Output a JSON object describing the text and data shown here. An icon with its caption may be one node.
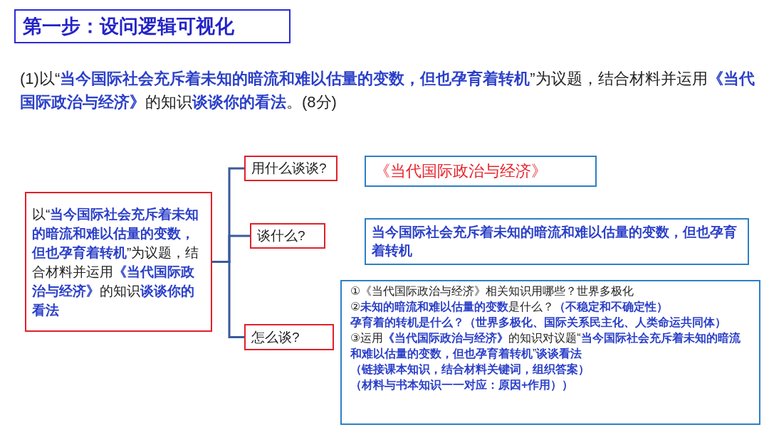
{
  "diagram": {
    "title": "第一步：设问逻辑可视化",
    "nodes": [
      {
        "text": [
          "以“**当今国际社会充斥着未知的暗流和难以估量的变数，但也孕育着转机**”为议题，结合材料并运用**《当代国际政治与经济》**的知识**谈谈你的看法**"
        ]
      },
      {
        "text": [
          "用什么谈谈?"
        ]
      },
      {
        "text": [
          "谈什么?"
        ]
      },
      {
        "text": [
          "怎么谈?"
        ]
      },
      {
        "text": [
          "《当代国际政治与经济》"
        ]
      },
      {
        "text": [
          "当今国际社会充斥着未知的暗流和难以估量的变数，但也孕育着转机"
        ]
      },
      {
        "text": [
          "①《当代国际政治与经济》相关知识用哪些？世界多极化",
          "②**未知的暗流和难以估量的变数**是什么？**（不稳定和不确定性）**",
          "**孕育着的转机是什么？（世界多极化、国际关系民主化、人类命运共同体）**",
          "③运用**《当代国际政治与经济》**的知识对议题“**当今国际社会充斥着未知的暗流和难以估量的变数，但也孕育着转机**”**谈谈看法**",
          "**（链接课本知识，结合材料关键词，组织答案）**",
          "**（材料与书本知识一一对应：原因+作用））**"
        ]
      }
    ],
    "edges": [
      {
        "from": 0,
        "to": 1,
        "arrow": "none"
      },
      {
        "from": 0,
        "to": 2,
        "arrow": "none"
      },
      {
        "from": 0,
        "to": 3,
        "arrow": "none"
      }
    ],
    "labels": [
      "(1)以“**当今国际社会充斥着未知的暗流和难以估量的变数，但也孕育着转机**”为议题，结合材料并运用**《当代国际政治与经济》**的知识**谈谈你的看法**。(8分)"
    ]
  }
}
